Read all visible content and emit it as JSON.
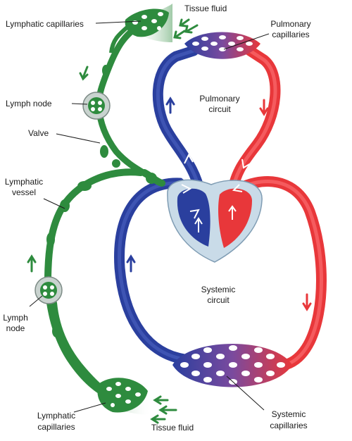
{
  "labels": {
    "tissue_fluid_top": "Tissue fluid",
    "lymphatic_capillaries_top": "Lymphatic capillaries",
    "pulmonary_capillaries_l1": "Pulmonary",
    "pulmonary_capillaries_l2": "capillaries",
    "lymph_node_top": "Lymph node",
    "valve": "Valve",
    "pulmonary_circuit_l1": "Pulmonary",
    "pulmonary_circuit_l2": "circuit",
    "lymphatic_vessel_l1": "Lymphatic",
    "lymphatic_vessel_l2": "vessel",
    "systemic_circuit_l1": "Systemic",
    "systemic_circuit_l2": "circuit",
    "lymph_node_bottom_l1": "Lymph",
    "lymph_node_bottom_l2": "node",
    "lymphatic_capillaries_bottom_l1": "Lymphatic",
    "lymphatic_capillaries_bottom_l2": "capillaries",
    "tissue_fluid_bottom": "Tissue fluid",
    "systemic_capillaries_l1": "Systemic",
    "systemic_capillaries_l2": "capillaries"
  },
  "colors": {
    "oxygen_poor": "#2a3f9e",
    "oxygen_rich": "#e8373a",
    "lymph": "#2e8b3e",
    "heart_bg": "#c9dbe8"
  }
}
